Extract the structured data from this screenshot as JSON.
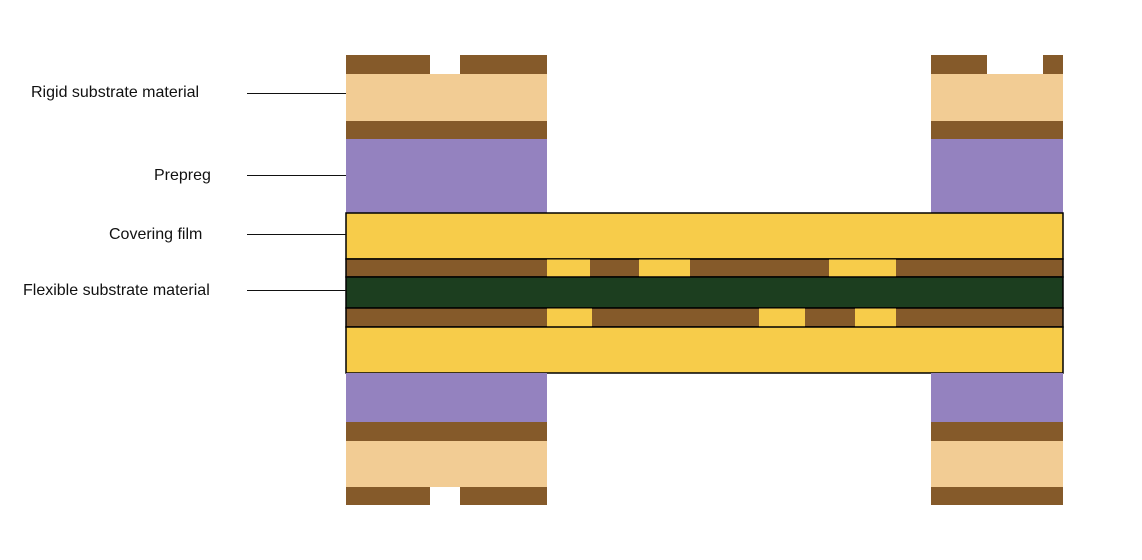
{
  "labels": {
    "rigid": "Rigid substrate material",
    "prepreg": "Prepreg",
    "covering": "Covering film",
    "flexible": "Flexible substrate material"
  },
  "colors": {
    "copper": "#855a2a",
    "rigid_substrate": "#f2cc94",
    "prepreg": "#9482bf",
    "covering_film": "#f7cc4a",
    "flexible_substrate": "#1c3e1f",
    "outline": "#000000",
    "leader_line": "#111111"
  }
}
